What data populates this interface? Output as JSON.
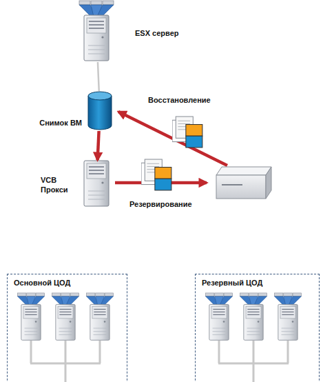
{
  "diagram": {
    "nodes": [
      {
        "text": [
          "ESX сервер"
        ]
      },
      {
        "text": [
          "Снимок ВМ"
        ]
      },
      {
        "text": [
          "VCB Прокси"
        ]
      },
      {
        "text": [
          "Основной ЦОД"
        ]
      },
      {
        "text": [
          "Резервный ЦОД"
        ]
      }
    ],
    "edges": [
      {
        "from": 0,
        "to": 1,
        "arrow": "none"
      },
      {
        "from": 1,
        "to": 2,
        "arrow": "to"
      }
    ],
    "labels": [
      "Восстановление",
      "Резервирование"
    ]
  }
}
